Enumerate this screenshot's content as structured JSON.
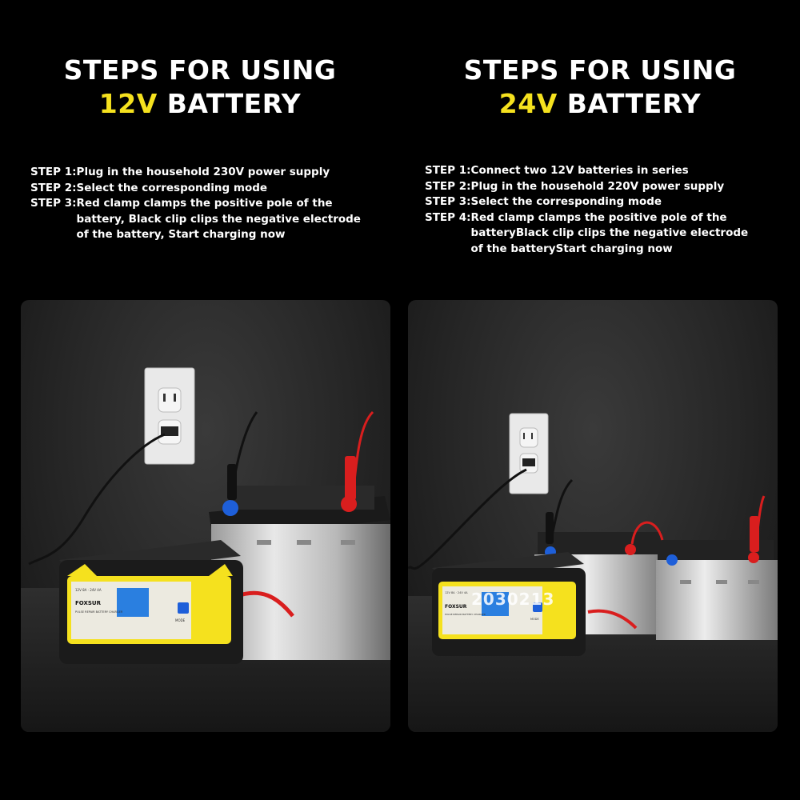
{
  "left": {
    "heading_line1": "STEPS FOR USING",
    "heading_voltage": "12V",
    "heading_rest": "BATTERY",
    "steps": [
      {
        "label": "STEP 1:",
        "text": "Plug in the household 230V power supply"
      },
      {
        "label": "STEP 2:",
        "text": "Select the corresponding mode"
      },
      {
        "label": "STEP 3:",
        "text": "Red clamp clamps the positive pole of the\nbattery, Black clip clips the negative electrode\nof the battery, Start charging now"
      }
    ],
    "device": {
      "brand": "FOXSUR",
      "subtitle": "PULSE REPAIR BATTERY CHARGER",
      "spec": "12V 8A · 24V 4A",
      "mode_label": "MODE"
    }
  },
  "right": {
    "heading_line1": "STEPS FOR USING",
    "heading_voltage": "24V",
    "heading_rest": "BATTERY",
    "steps": [
      {
        "label": "STEP 1:",
        "text": "Connect two 12V batteries in series"
      },
      {
        "label": "STEP 2:",
        "text": "Plug in the household 220V power supply"
      },
      {
        "label": "STEP 3:",
        "text": "Select the corresponding mode"
      },
      {
        "label": "STEP 4:",
        "text": "Red clamp clamps the positive pole of the\nbatteryBlack clip clips the negative electrode\nof the batteryStart charging now"
      }
    ],
    "device": {
      "brand": "FOXSUR",
      "subtitle": "PULSE REPAIR BATTERY CHARGER",
      "spec": "12V 8A · 24V 4A",
      "mode_label": "MODE"
    },
    "watermark": "2030213"
  },
  "colors": {
    "accent_yellow": "#f5e11e",
    "clamp_red": "#d91e1e",
    "terminal_blue": "#1e5fd9",
    "lcd_blue": "#2a7fe0"
  }
}
